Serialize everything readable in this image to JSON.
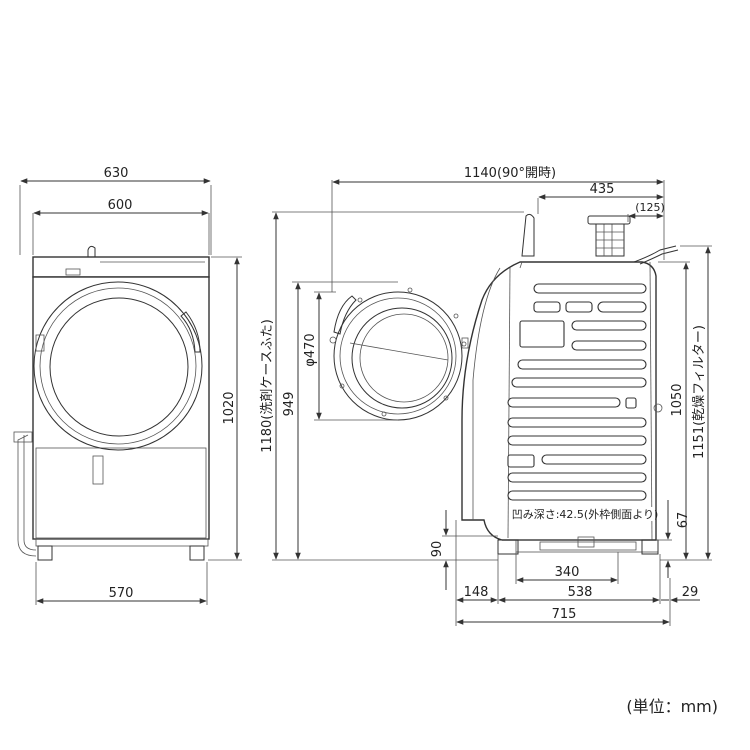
{
  "front_view": {
    "width_total": "630",
    "width_body": "600",
    "width_base": "570",
    "height": "1020"
  },
  "side_view": {
    "width_door_open": "1140(90°開時)",
    "width_top": "435",
    "width_filter": "(125)",
    "door_diameter": "φ470",
    "door_center_height": "949",
    "height_detergent_lid": "1180(洗剤ケースふた)",
    "height_body": "1050",
    "height_dry_filter": "1151(乾燥フィルター)",
    "recess_note": "凹み深さ:42.5(外枠側面より)",
    "height_67": "67",
    "height_90": "90",
    "width_340": "340",
    "width_148": "148",
    "width_538": "538",
    "width_29": "29",
    "depth_total": "715"
  },
  "unit_label": "(単位：mm)"
}
